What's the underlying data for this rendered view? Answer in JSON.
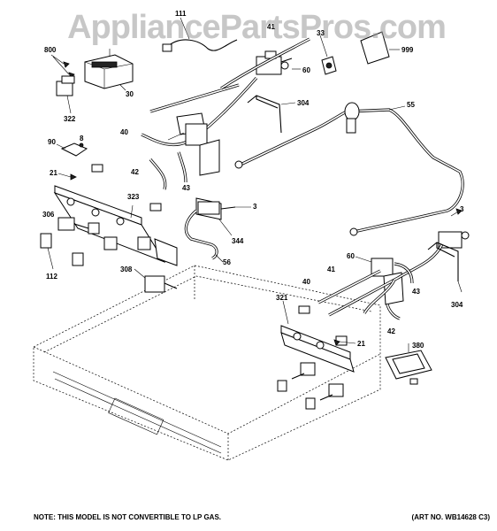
{
  "watermark": "AppliancePartsPros.com",
  "footer": {
    "note": "NOTE: THIS MODEL IS NOT CONVERTIBLE TO LP GAS.",
    "art_no": "(ART NO. WB14628 C3)"
  },
  "callouts": [
    {
      "id": "c111",
      "label": "111"
    },
    {
      "id": "c41a",
      "label": "41"
    },
    {
      "id": "c33",
      "label": "33"
    },
    {
      "id": "c999",
      "label": "999"
    },
    {
      "id": "c800",
      "label": "800"
    },
    {
      "id": "c60a",
      "label": "60"
    },
    {
      "id": "c30",
      "label": "30"
    },
    {
      "id": "c322",
      "label": "322"
    },
    {
      "id": "c304a",
      "label": "304"
    },
    {
      "id": "c55",
      "label": "55"
    },
    {
      "id": "c40a",
      "label": "40"
    },
    {
      "id": "c90",
      "label": "90"
    },
    {
      "id": "c8",
      "label": "8"
    },
    {
      "id": "c42a",
      "label": "42"
    },
    {
      "id": "c43a",
      "label": "43"
    },
    {
      "id": "c21a",
      "label": "21"
    },
    {
      "id": "c323",
      "label": "323"
    },
    {
      "id": "c3a",
      "label": "3"
    },
    {
      "id": "c306",
      "label": "306"
    },
    {
      "id": "c344",
      "label": "344"
    },
    {
      "id": "c3b",
      "label": "3"
    },
    {
      "id": "c56",
      "label": "56"
    },
    {
      "id": "c308",
      "label": "308"
    },
    {
      "id": "c112",
      "label": "112"
    },
    {
      "id": "c60b",
      "label": "60"
    },
    {
      "id": "c41b",
      "label": "41"
    },
    {
      "id": "c40b",
      "label": "40"
    },
    {
      "id": "c43b",
      "label": "43"
    },
    {
      "id": "c304b",
      "label": "304"
    },
    {
      "id": "c321",
      "label": "321"
    },
    {
      "id": "c42b",
      "label": "42"
    },
    {
      "id": "c21b",
      "label": "21"
    },
    {
      "id": "c380",
      "label": "380"
    }
  ]
}
